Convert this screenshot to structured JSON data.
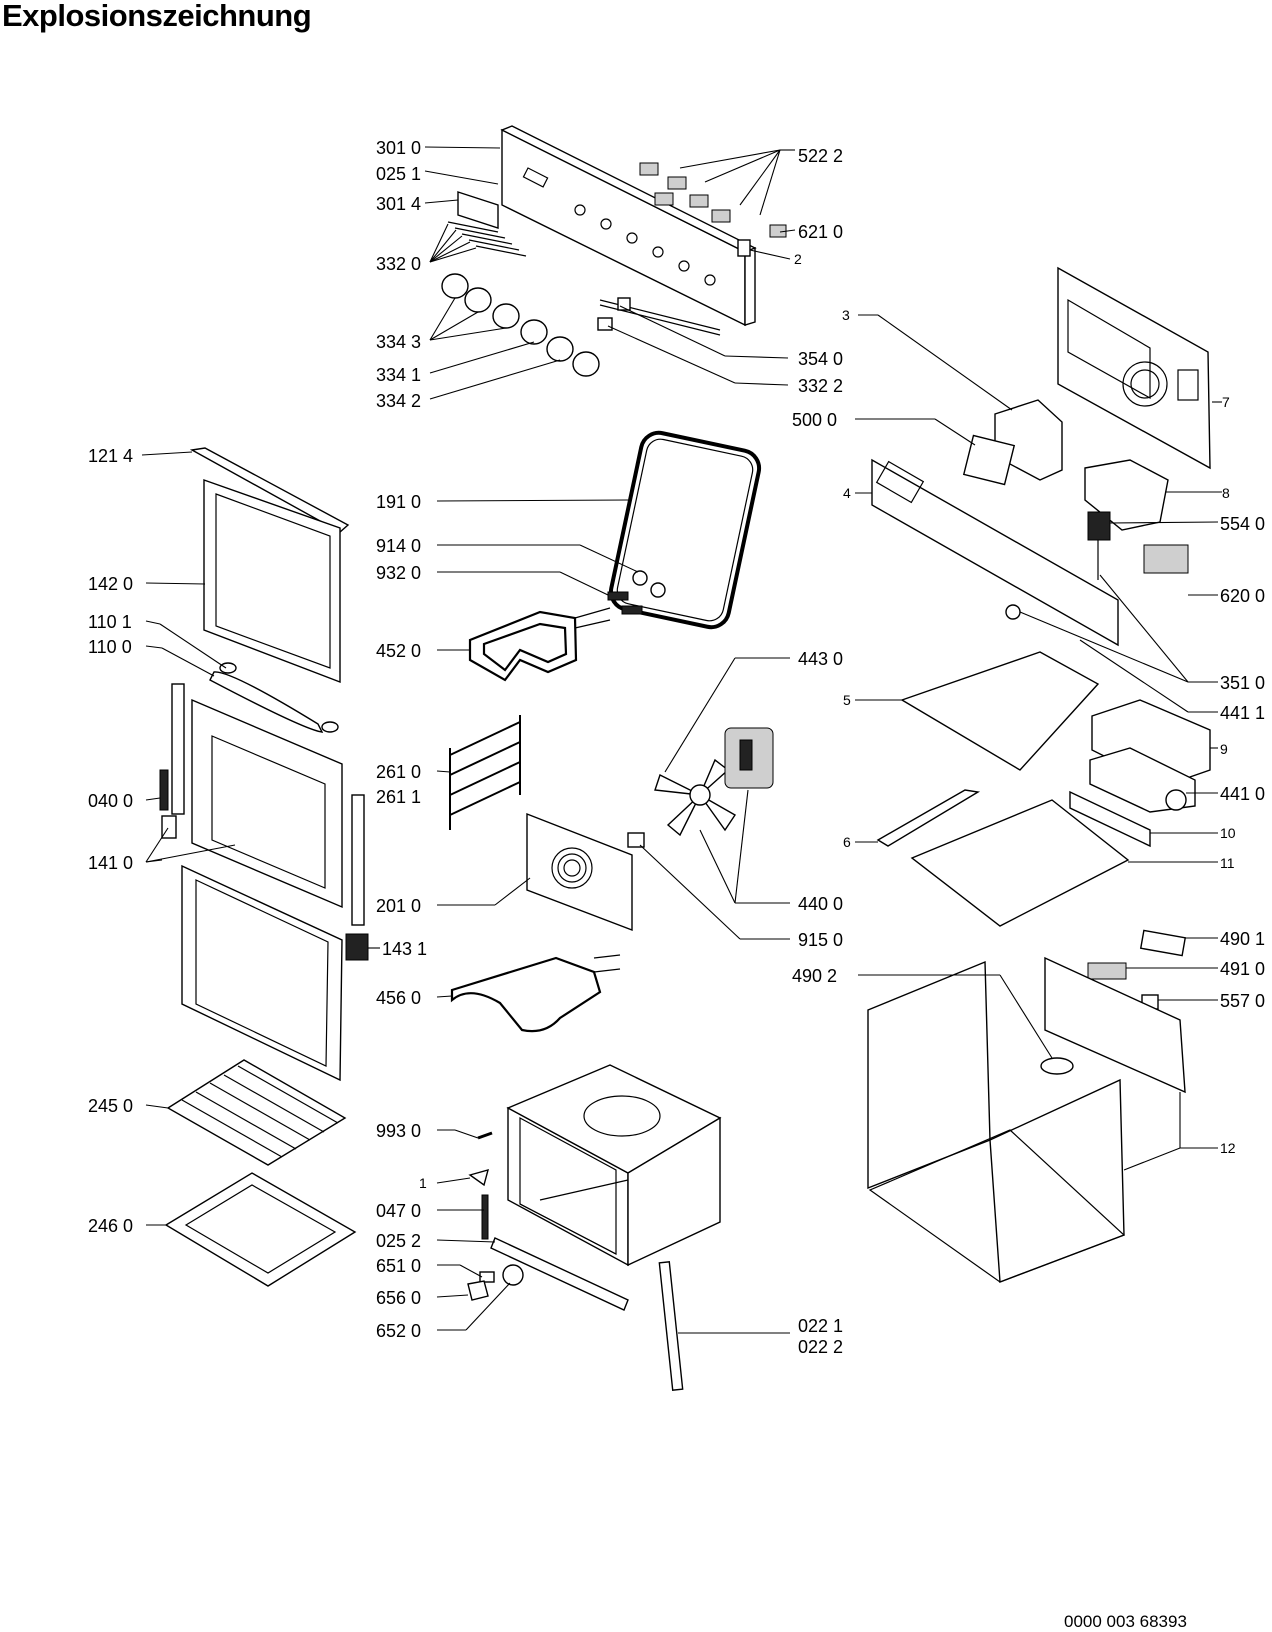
{
  "title": "Explosionszeichnung",
  "footer_code": "0000 003 68393",
  "labels": {
    "l3010": "301 0",
    "l0251": "025 1",
    "l3014": "301 4",
    "l3320": "332 0",
    "l3343": "334 3",
    "l3341": "334 1",
    "l3342": "334 2",
    "l5222": "522 2",
    "l6210": "621 0",
    "l2": "2",
    "l3540": "354 0",
    "l3322": "332 2",
    "l1214": "121 4",
    "l1420": "142 0",
    "l1101": "110 1",
    "l1100": "110 0",
    "l0400": "040 0",
    "l1410": "141 0",
    "l1431": "143 1",
    "l2450": "245 0",
    "l2460": "246 0",
    "l1910": "191 0",
    "l9140": "914 0",
    "l9320": "932 0",
    "l4520": "452 0",
    "l2610": "261 0",
    "l2611": "261 1",
    "l2010": "201 0",
    "l4560": "456 0",
    "l4430": "443 0",
    "l4400": "440 0",
    "l9150": "915 0",
    "l9930": "993 0",
    "l1": "1",
    "l0470": "047 0",
    "l0252": "025 2",
    "l6510": "651 0",
    "l6560": "656 0",
    "l6520": "652 0",
    "l0221": "022 1",
    "l0222": "022 2",
    "l3": "3",
    "l5000": "500 0",
    "l7": "7",
    "l4": "4",
    "l8": "8",
    "l5540": "554 0",
    "l6200": "620 0",
    "l3510": "351 0",
    "l5": "5",
    "l4411": "441 1",
    "l9": "9",
    "l4410": "441 0",
    "l6": "6",
    "l10": "10",
    "l11": "11",
    "l4902": "490 2",
    "l4901": "490 1",
    "l4910": "491 0",
    "l5570": "557 0",
    "l12": "12"
  }
}
